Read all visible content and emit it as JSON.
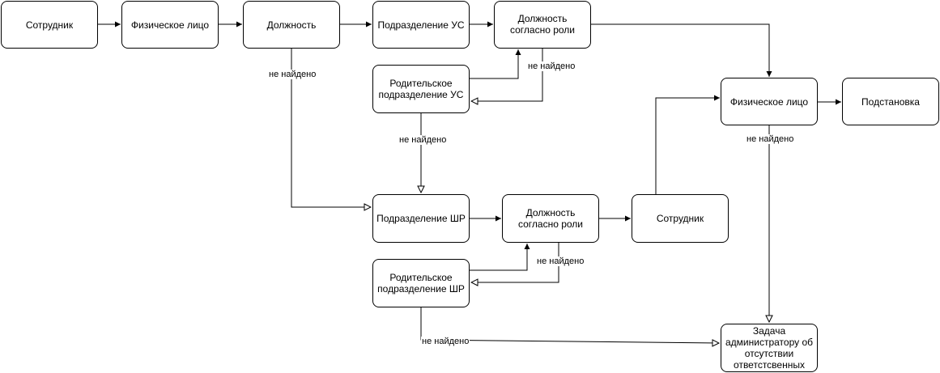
{
  "nodes": {
    "employee_1": "Сотрудник",
    "person_1": "Физическое лицо",
    "position": "Должность",
    "unit_us": "Подразделение УС",
    "role_pos_us": "Должность согласно роли",
    "parent_unit_us": "Родительское подразделение УС",
    "unit_shr": "Подразделение ШР",
    "role_pos_shr": "Должность согласно роли",
    "employee_2": "Сотрудник",
    "person_2": "Физическое лицо",
    "substitution": "Подстановка",
    "parent_unit_shr": "Родительское подразделение ШР",
    "admin_task": "Задача администратору об отсутствии ответстсвенных"
  },
  "edge_labels": {
    "position_not_found": "не найдено",
    "role_us_not_found": "не найдено",
    "parent_us_not_found": "не найдено",
    "person_2_not_found": "не найдено",
    "role_shr_not_found": "не найдено",
    "parent_shr_not_found": "не найдено"
  }
}
